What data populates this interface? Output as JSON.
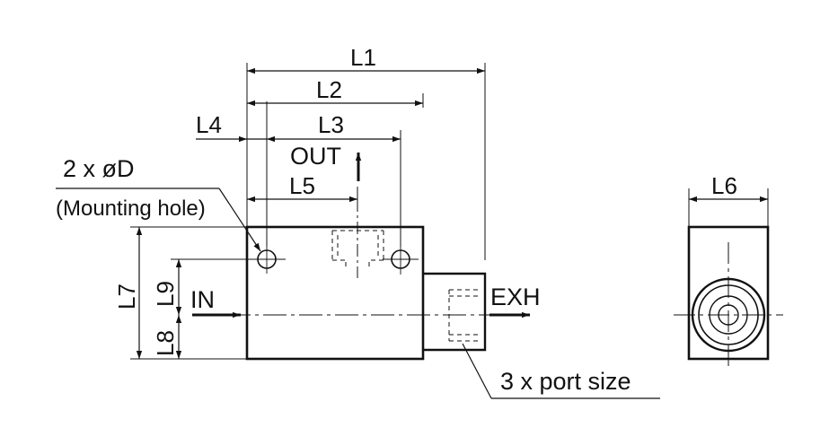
{
  "labels": {
    "L1": "L1",
    "L2": "L2",
    "L3": "L3",
    "L4": "L4",
    "L5": "L5",
    "L6": "L6",
    "L7": "L7",
    "L8": "L8",
    "L9": "L9",
    "out": "OUT",
    "in": "IN",
    "exh": "EXH",
    "holes": "2 x øD",
    "mounting": "(Mounting hole)",
    "ports": "3 x port size"
  },
  "colors": {
    "ink": "#111111",
    "background": "#ffffff"
  }
}
